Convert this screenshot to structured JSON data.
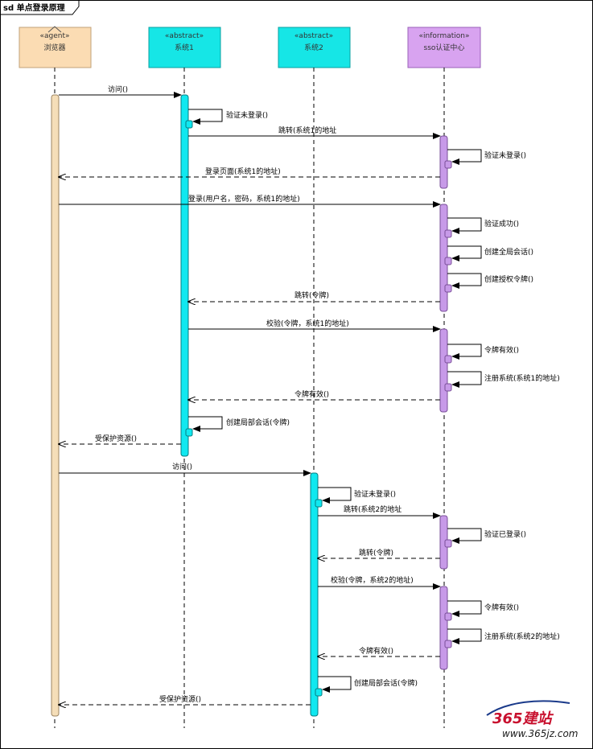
{
  "diagram": {
    "title": "sd 单点登录原理",
    "participants": [
      {
        "id": "browser",
        "stereotype": "«agent»",
        "name": "浏览器",
        "fill": "#fbdcb3",
        "stroke": "#c2a27a"
      },
      {
        "id": "sys1",
        "stereotype": "«abstract»",
        "name": "系统1",
        "fill": "#16e6e6",
        "stroke": "#0aa0a0"
      },
      {
        "id": "sys2",
        "stereotype": "«abstract»",
        "name": "系统2",
        "fill": "#16e6e6",
        "stroke": "#0aa0a0"
      },
      {
        "id": "sso",
        "stereotype": "«information»",
        "name": "sso认证中心",
        "fill": "#d8a3f0",
        "stroke": "#9a62b8"
      }
    ],
    "messages": [
      {
        "label": "访问()"
      },
      {
        "label": "验证未登录()"
      },
      {
        "label": "跳转(系统1的地址"
      },
      {
        "label": "验证未登录()"
      },
      {
        "label": "登录页面(系统1的地址)"
      },
      {
        "label": "登录(用户名，密码，系统1的地址)"
      },
      {
        "label": "验证成功()"
      },
      {
        "label": "创建全局会话()"
      },
      {
        "label": "创建授权令牌()"
      },
      {
        "label": "跳转(令牌)"
      },
      {
        "label": "校验(令牌，系统1的地址)"
      },
      {
        "label": "令牌有效()"
      },
      {
        "label": "注册系统(系统1的地址)"
      },
      {
        "label": "令牌有效()"
      },
      {
        "label": "创建局部会话(令牌)"
      },
      {
        "label": "受保护资源()"
      },
      {
        "label": "访问()"
      },
      {
        "label": "验证未登录()"
      },
      {
        "label": "跳转(系统2的地址"
      },
      {
        "label": "验证已登录()"
      },
      {
        "label": "跳转(令牌)"
      },
      {
        "label": "校验(令牌，系统2的地址)"
      },
      {
        "label": "令牌有效()"
      },
      {
        "label": "注册系统(系统2的地址)"
      },
      {
        "label": "令牌有效()"
      },
      {
        "label": "创建局部会话(令牌)"
      },
      {
        "label": "受保护资源()"
      }
    ],
    "colors": {
      "browser_bar": "#f5deb8",
      "system_bar": "#10e8f0",
      "sso_bar": "#c79ae8",
      "line": "#000000"
    }
  },
  "watermark": {
    "brand": "365建站",
    "url": "www.365jz.com"
  }
}
